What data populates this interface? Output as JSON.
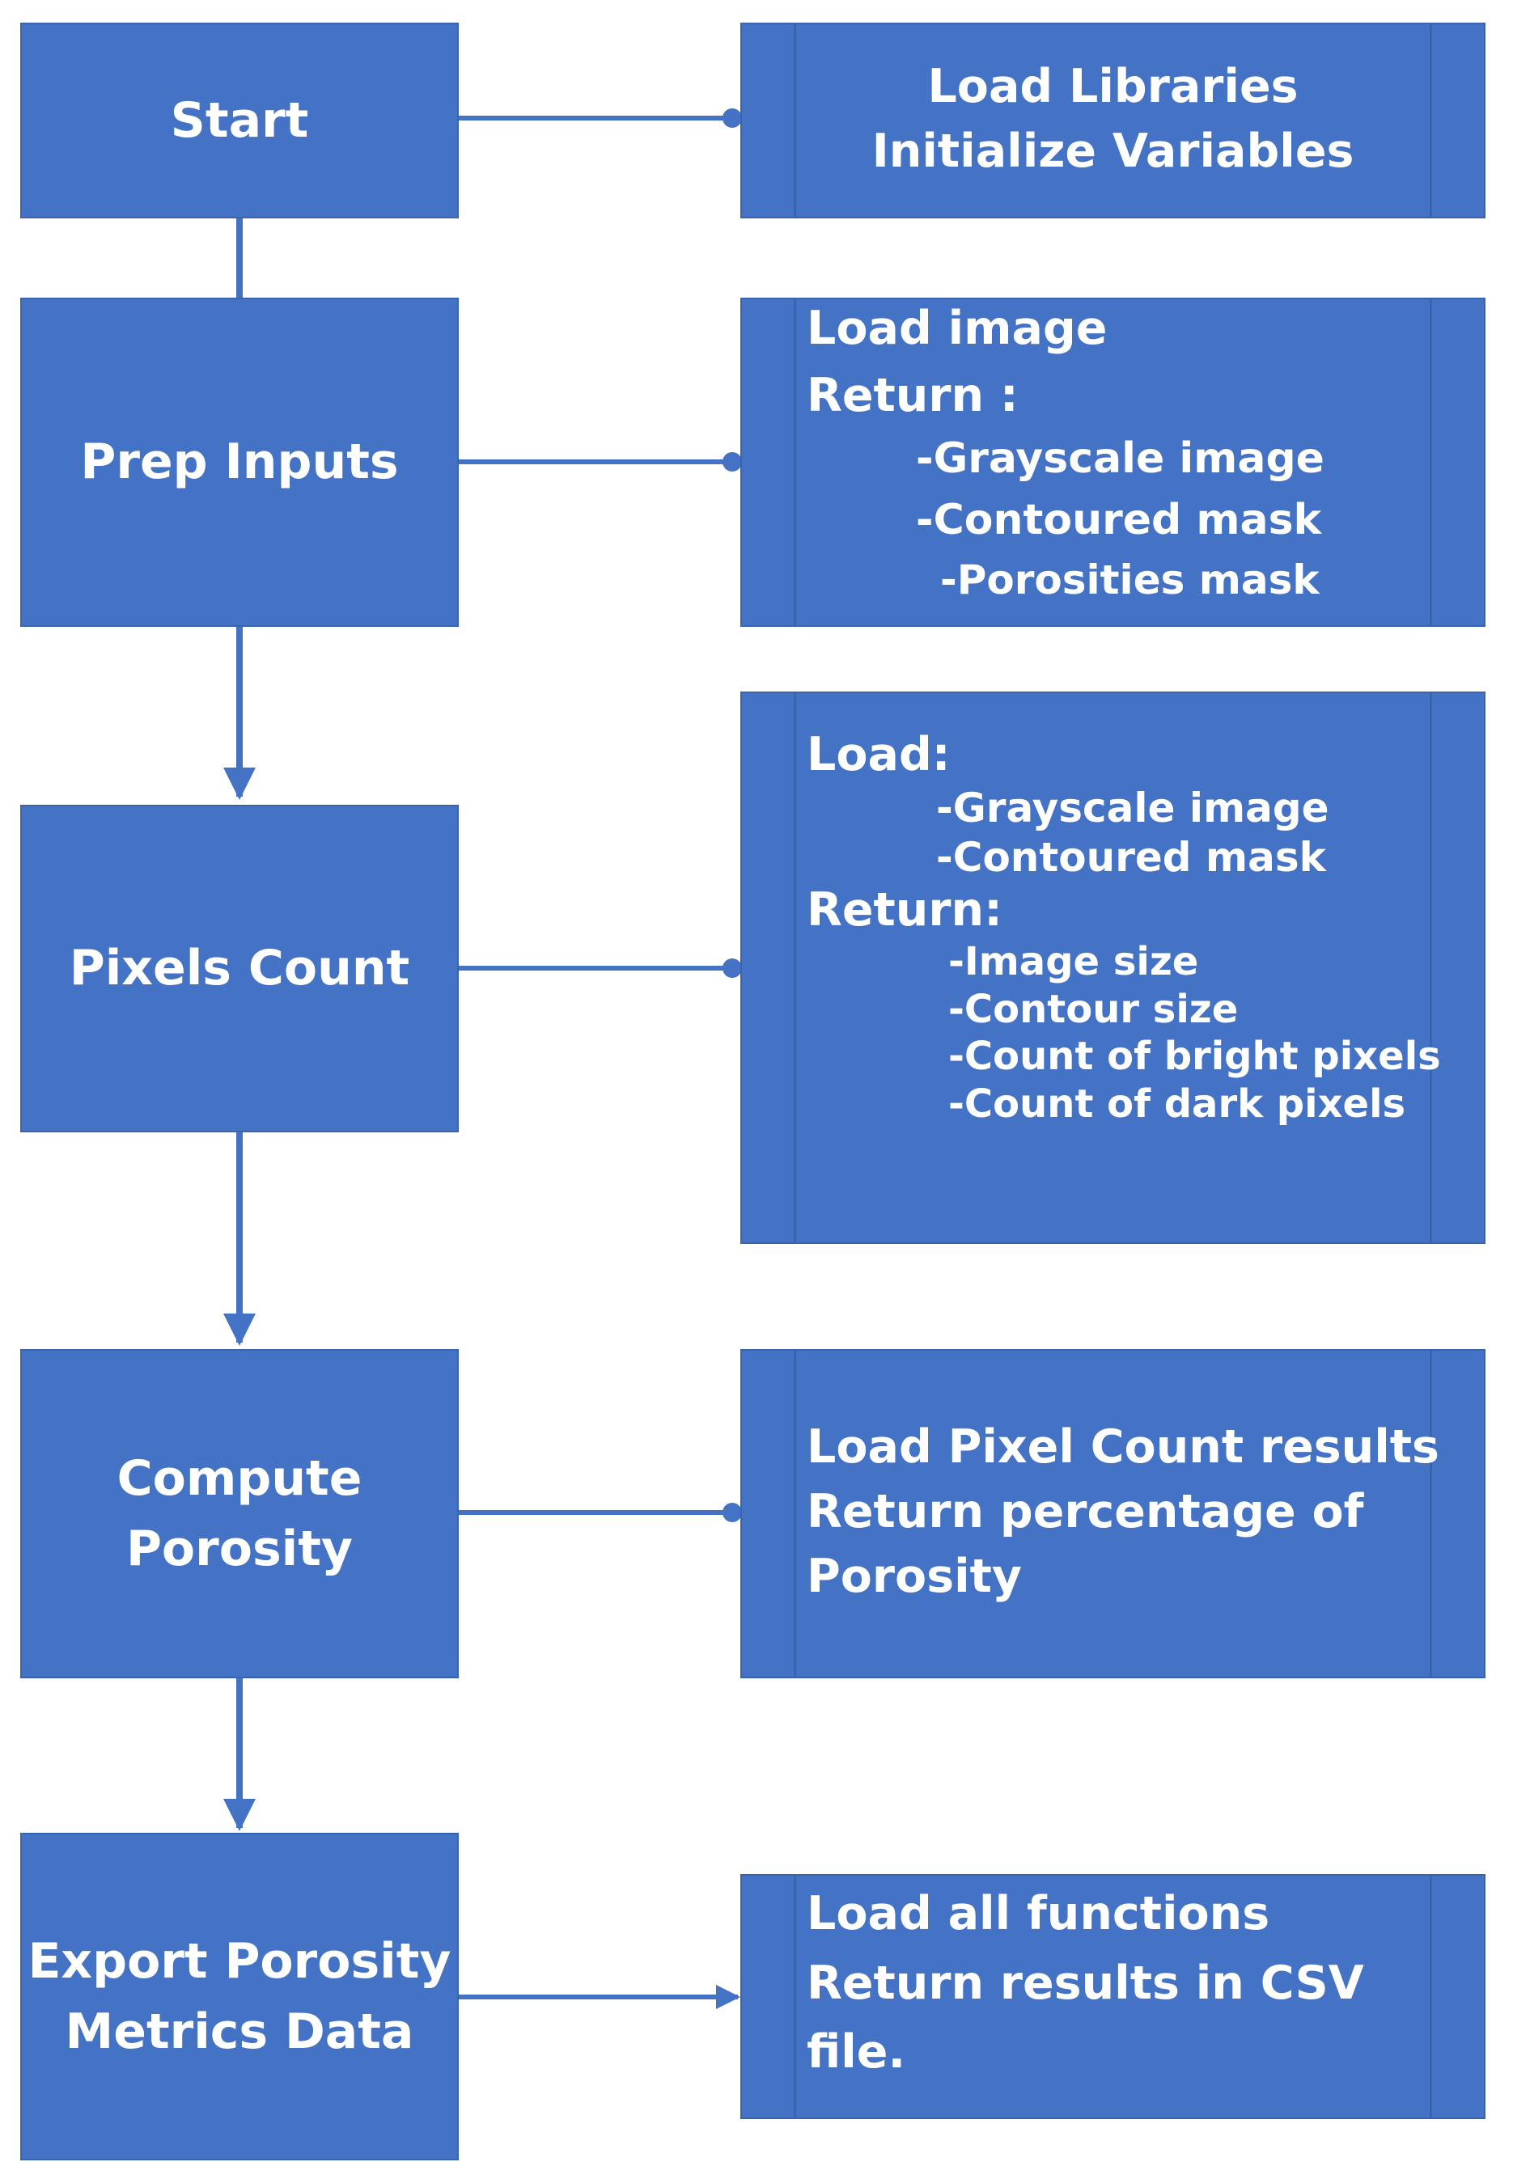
{
  "steps": [
    {
      "label": "Start"
    },
    {
      "label": "Prep Inputs"
    },
    {
      "label": "Pixels Count"
    },
    {
      "label": "Compute\nPorosity"
    },
    {
      "label": "Export Porosity\nMetrics Data"
    }
  ],
  "details": {
    "libraries": {
      "lines": [
        "Load Libraries",
        "Initialize Variables"
      ]
    },
    "prep": {
      "title1": "Load image",
      "title2": "Return :",
      "items": [
        "-Grayscale image",
        "-Contoured mask",
        "-Porosities mask"
      ]
    },
    "pixels": {
      "title1": "Load:",
      "load_items": [
        "-Grayscale image",
        "-Contoured mask"
      ],
      "title2": "Return:",
      "return_items": [
        "-Image size",
        "-Contour size",
        "-Count of bright pixels",
        "-Count of dark pixels"
      ]
    },
    "porosity": {
      "lines": [
        "Load Pixel Count results",
        "Return percentage of",
        "Porosity"
      ]
    },
    "export": {
      "lines": [
        "Load all functions",
        "Return results in CSV",
        "file."
      ]
    }
  },
  "colors": {
    "box_fill": "#4472c4",
    "connector": "#4472c4",
    "text": "#ffffff"
  }
}
